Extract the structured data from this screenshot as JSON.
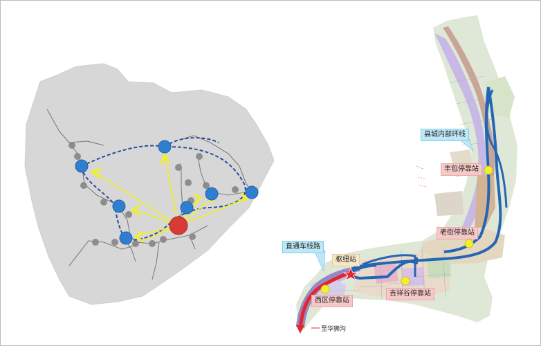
{
  "labels": {
    "loop": "县城内部环线",
    "fengbao": "丰包停靠站",
    "laojie": "老街停靠站",
    "direct": "直通车线路",
    "hub": "枢纽站",
    "xiqu": "西区停靠站",
    "jixianggu": "吉祥谷停靠站",
    "dest": "至华狮沟"
  },
  "colors": {
    "terrain": "#d7d7d7",
    "hub_node": "#d83a36",
    "stop_node": "#2f7fd0",
    "spoke": "#f2f21c",
    "loop_line": "#2c6fbd",
    "direct_line": "#e3262b",
    "station_dot": "#f3ef2b"
  }
}
